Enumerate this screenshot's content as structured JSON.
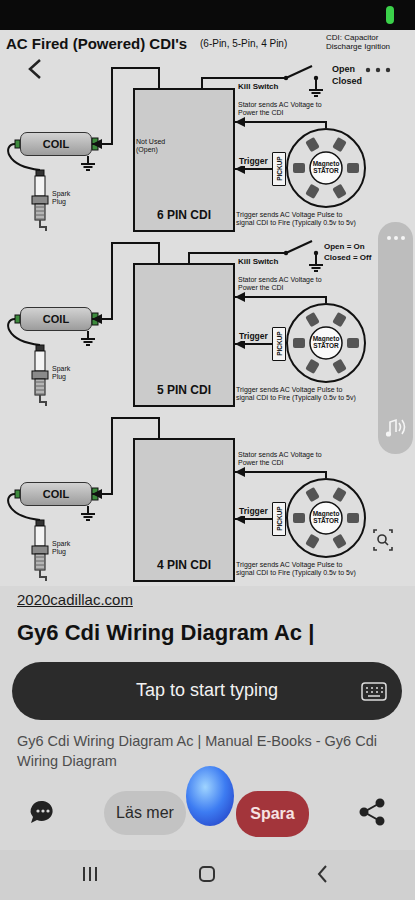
{
  "diagram": {
    "title": "AC Fired (Powered) CDI's",
    "nodes": [
      {
        "text": [
          "COIL"
        ]
      },
      {
        "text": [
          "6 PIN CDI"
        ]
      },
      {
        "text": [
          "Magneto STATOR"
        ]
      },
      {
        "text": [
          "PICKUP"
        ]
      },
      {
        "text": [
          "COIL"
        ]
      },
      {
        "text": [
          "5 PIN CDI"
        ]
      },
      {
        "text": [
          "Magneto STATOR"
        ]
      },
      {
        "text": [
          "PICKUP"
        ]
      },
      {
        "text": [
          "COIL"
        ]
      },
      {
        "text": [
          "4 PIN CDI"
        ]
      },
      {
        "text": [
          "Magneto STATOR"
        ]
      },
      {
        "text": [
          "PICKUP"
        ]
      },
      {
        "text": [
          "Tap to start typing"
        ]
      },
      {
        "text": [
          "Läs mer"
        ]
      },
      {
        "text": [
          "Spara"
        ]
      }
    ],
    "edges": [
      {
        "from": 1,
        "to": 0,
        "arrow": "to"
      },
      {
        "from": 2,
        "to": 1,
        "arrow": "to"
      },
      {
        "from": 3,
        "to": 1,
        "label": "Trigger",
        "arrow": "to"
      },
      {
        "from": 5,
        "to": 4,
        "arrow": "to"
      },
      {
        "from": 6,
        "to": 5,
        "arrow": "to"
      },
      {
        "from": 7,
        "to": 5,
        "label": "Trigger",
        "arrow": "to"
      },
      {
        "from": 9,
        "to": 8,
        "arrow": "to"
      },
      {
        "from": 10,
        "to": 9,
        "arrow": "to"
      },
      {
        "from": 11,
        "to": 9,
        "label": "Trigger",
        "arrow": "to"
      }
    ],
    "labels": [
      "(6-Pin, 5-Pin, 4 Pin)",
      "CDI: Capacitor Discharge Ignition",
      "Kill Switch",
      "Open",
      "Closed",
      "Not Used (Open)",
      "Spark Plug",
      "Stator sends AC Voltage to Power the CDI",
      "Trigger sends AC Voltage Pulse to signal CDI to Fire (Typically 0.5v to 5v)",
      "Kill Switch",
      "Open = On",
      "Closed = Off",
      "Spark Plug",
      "Stator sends AC Voltage to Power the CDI",
      "Trigger sends AC Voltage Pulse to signal CDI to Fire (Typically 0.5v to 5v)",
      "Spark Plug",
      "Stator sends AC Voltage to Power the CDI",
      "Trigger sends AC Voltage Pulse to signal CDI to Fire (Typically 0.5v to 5v)",
      "2020cadillac.com",
      "Gy6 Cdi Wiring Diagram Ac |",
      "Gy6 Cdi Wiring Diagram Ac | Manual E-Books - Gy6 Cdi Wiring Diagram"
    ]
  }
}
